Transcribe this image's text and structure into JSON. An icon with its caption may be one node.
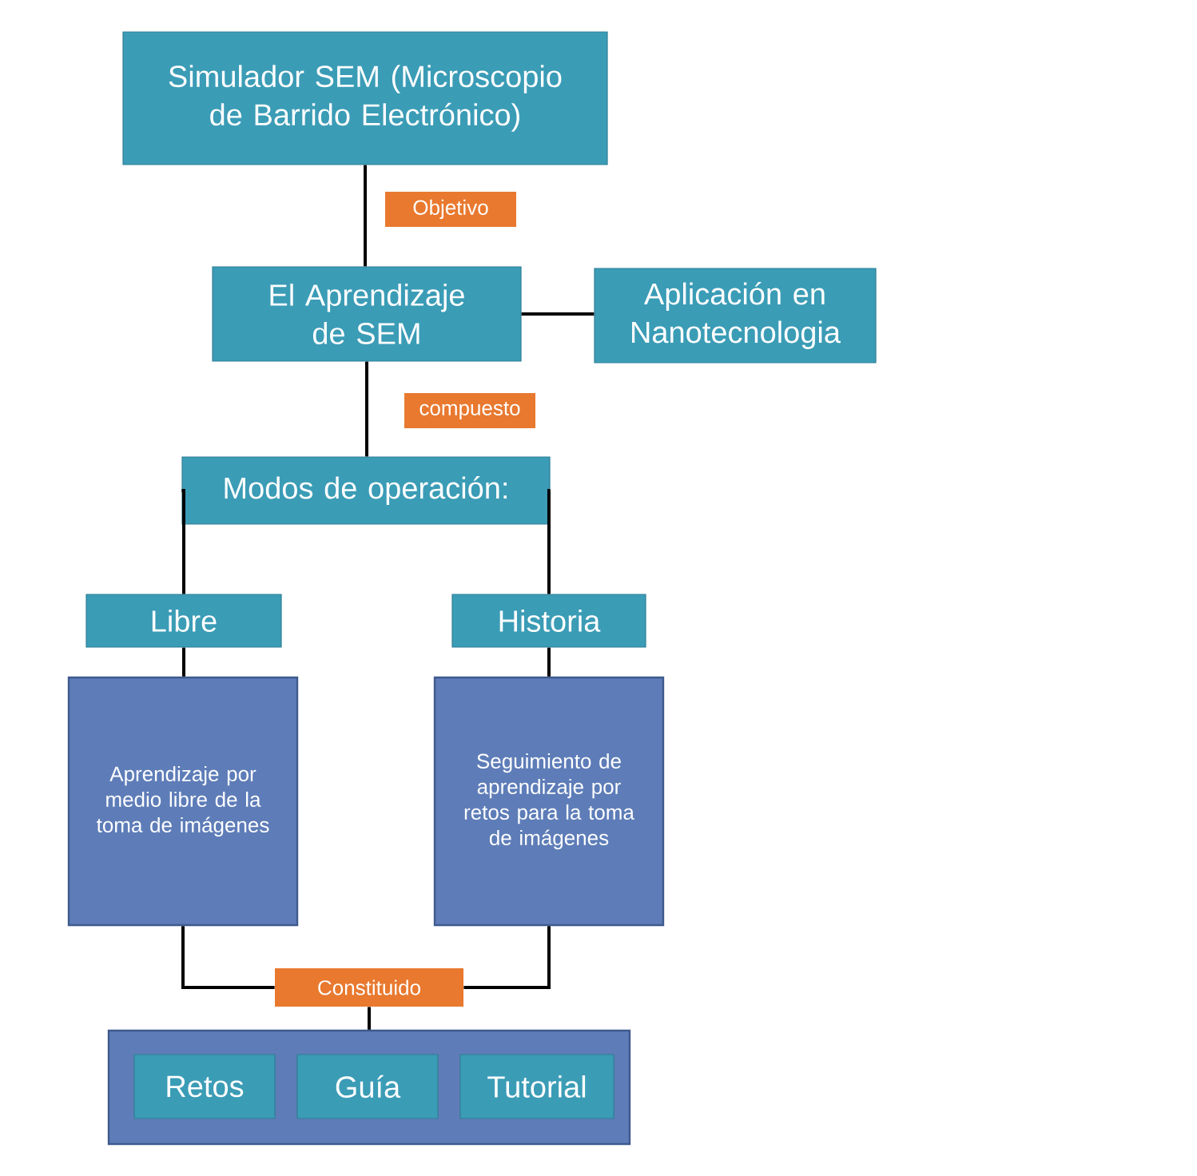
{
  "diagram": {
    "nodes": [
      {
        "text": [
          "Simulador SEM (Microscopio de Barrido Electrónico)"
        ]
      },
      {
        "text": [
          "El Aprendizaje de SEM"
        ]
      },
      {
        "text": [
          "Aplicación en Nanotecnologia"
        ]
      },
      {
        "text": [
          "Modos de operación:"
        ]
      },
      {
        "text": [
          "Libre"
        ]
      },
      {
        "text": [
          "Historia"
        ]
      },
      {
        "text": [
          "Aprendizaje por medio libre de la toma de imágenes"
        ]
      },
      {
        "text": [
          "Seguimiento de aprendizaje por retos para la toma de imágenes"
        ]
      },
      {
        "text": [
          "Constituido"
        ]
      },
      {
        "text": [],
        "shape": "box"
      },
      {
        "text": [
          "Retos"
        ],
        "in": 9
      },
      {
        "text": [
          "Guía"
        ],
        "in": 9
      },
      {
        "text": [
          "Tutorial"
        ],
        "in": 9
      }
    ],
    "edges": [
      {
        "from": 0,
        "to": 1,
        "arrow": "none",
        "label": "Objetivo"
      },
      {
        "from": 1,
        "to": 2,
        "arrow": "none"
      },
      {
        "from": 1,
        "to": 3,
        "arrow": "none",
        "label": "compuesto"
      },
      {
        "from": 3,
        "to": 4,
        "arrow": "none"
      },
      {
        "from": 3,
        "to": 5,
        "arrow": "none"
      },
      {
        "from": 4,
        "to": 6,
        "arrow": "none"
      },
      {
        "from": 5,
        "to": 7,
        "arrow": "none"
      },
      {
        "from": 6,
        "to": 8,
        "arrow": "none"
      },
      {
        "from": 7,
        "to": 8,
        "arrow": "none"
      },
      {
        "from": 8,
        "to": 9,
        "arrow": "none"
      }
    ]
  }
}
